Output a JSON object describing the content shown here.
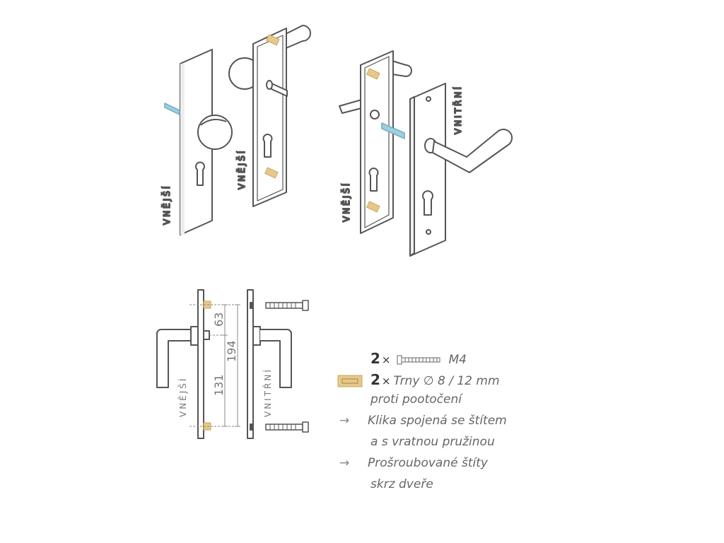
{
  "labels": {
    "outer": "VNĚJŠÍ",
    "inner": "VNITŘNÍ"
  },
  "dimensions": {
    "d63": "63",
    "d131": "131",
    "d194": "194"
  },
  "legend": {
    "screws": {
      "qty": "2",
      "times": "×",
      "text": "M4"
    },
    "pins": {
      "qty": "2",
      "times": "×",
      "text": "Trny ∅ 8 / 12 mm",
      "text2": "proti pootočení"
    },
    "feature1": {
      "arrow": "→",
      "line1": "Klika spojená se štítem",
      "line2": "a s vratnou pružinou"
    },
    "feature2": {
      "arrow": "→",
      "line1": "Prošroubované štíty",
      "line2": "skrz dveře"
    }
  },
  "colors": {
    "line": "#555555",
    "pin": "#e6c98a",
    "spindle": "#9ecfe0"
  }
}
